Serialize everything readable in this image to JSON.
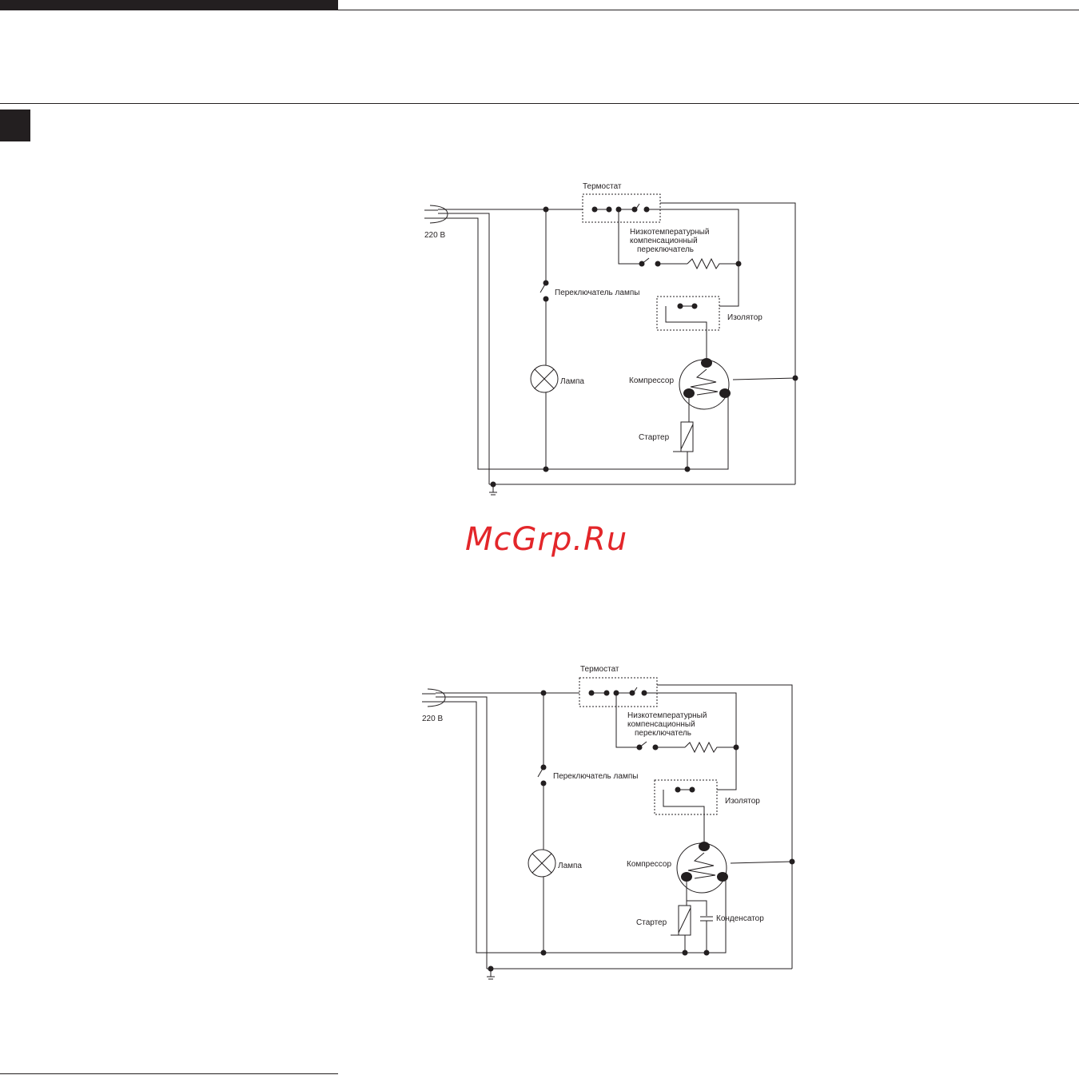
{
  "diagram1": {
    "thermostat": "Термостат",
    "low_temp_switch": [
      "Низкотемпературный",
      "компенсационный",
      "переключатель"
    ],
    "voltage": "220 В",
    "lamp_switch": "Переключатель лампы",
    "isolator": "Изолятор",
    "lamp": "Лампа",
    "compressor": "Компрессор",
    "starter": "Стартер"
  },
  "diagram2": {
    "thermostat": "Термостат",
    "low_temp_switch": [
      "Низкотемпературный",
      "компенсационный",
      "переключатель"
    ],
    "voltage": "220 В",
    "lamp_switch": "Переключатель лампы",
    "isolator": "Изолятор",
    "lamp": "Лампа",
    "compressor": "Компрессор",
    "starter": "Стартер",
    "capacitor": "Конденсатор"
  },
  "watermark": "McGrp.Ru"
}
